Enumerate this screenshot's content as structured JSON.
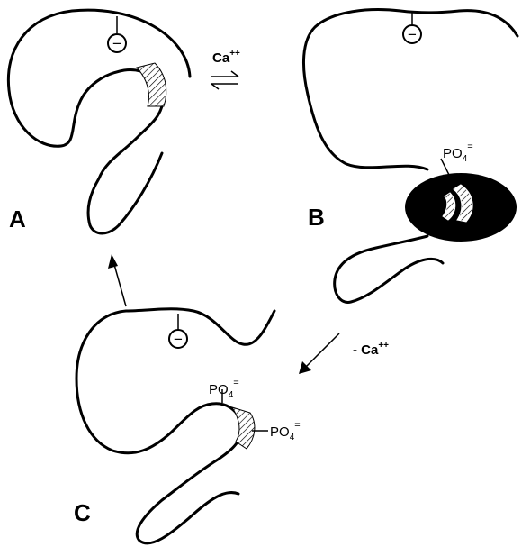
{
  "panels": {
    "a": {
      "label": "A"
    },
    "b": {
      "label": "B"
    },
    "c": {
      "label": "C"
    }
  },
  "charge": {
    "symbol": "−"
  },
  "ion_add": {
    "text": "Ca",
    "sup": "++"
  },
  "ion_remove": {
    "text": "- Ca",
    "sup": "++"
  },
  "phosphate": {
    "text": "PO",
    "sub": "4",
    "sup": "="
  }
}
